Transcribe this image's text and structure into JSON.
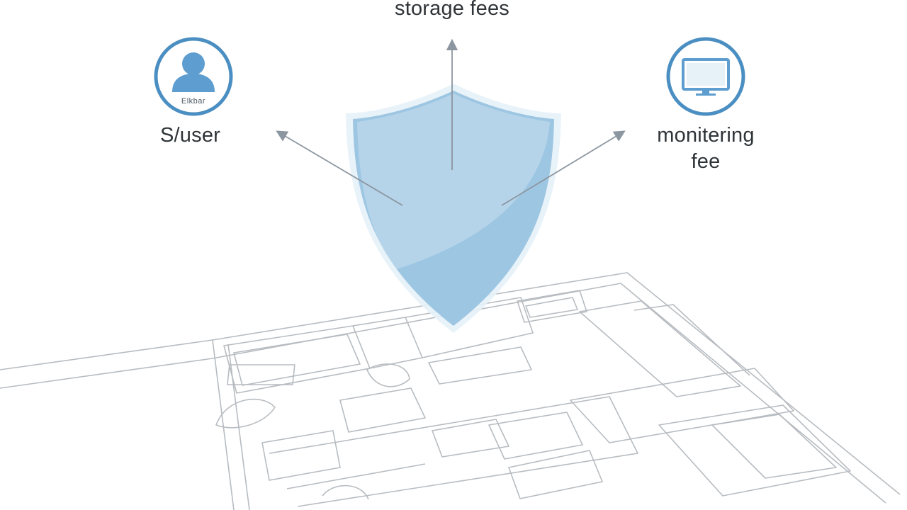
{
  "labels": {
    "storage": "storage fees",
    "user": "S/user",
    "monitoring_line1": "monitering",
    "monitoring_line2": "fee"
  },
  "user_badge": {
    "caption": "Elkbar",
    "icon": "user-icon"
  },
  "monitor_badge": {
    "icon": "monitor-icon"
  },
  "shield": {
    "icon": "shield-icon"
  },
  "colors": {
    "badge_ring": "#4b8fc2",
    "icon_fill": "#5d9dcf",
    "shield_fill": "#8fbede",
    "arrow": "#8c96a0",
    "floorplan_line": "#b7bcc1",
    "label_text": "#2f3438"
  }
}
